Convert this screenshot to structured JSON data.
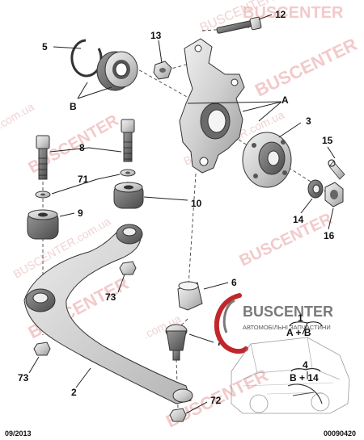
{
  "callouts": {
    "c12": "12",
    "c13": "13",
    "c5": "5",
    "cB1": "B",
    "cA": "A",
    "c3": "3",
    "c8": "8",
    "c71": "71",
    "c9": "9",
    "c10": "10",
    "c15": "15",
    "c14": "14",
    "c16": "16",
    "c73a": "73",
    "c6": "6",
    "c7": "7",
    "c73b": "73",
    "c2": "2",
    "c72": "72"
  },
  "inset": {
    "row1_num": "1",
    "row1_formula": "A + B",
    "row2_num": "4",
    "row2_formula": "B + 14"
  },
  "watermark": {
    "brand": "BUSCENTER",
    "domain": "BUSCENTER.com.ua",
    "domain_short": ".com.ua"
  },
  "logo": {
    "name": "BUSCENTER",
    "tagline": "АВТОМОБІЛЬНІ ЗАПЧАСТИНИ"
  },
  "footer": {
    "date": "09/2013",
    "code": "00090420"
  },
  "colors": {
    "watermark": "#e8a0a0",
    "logo_red": "#c0272d",
    "part_fill": "#d8d8d8"
  }
}
